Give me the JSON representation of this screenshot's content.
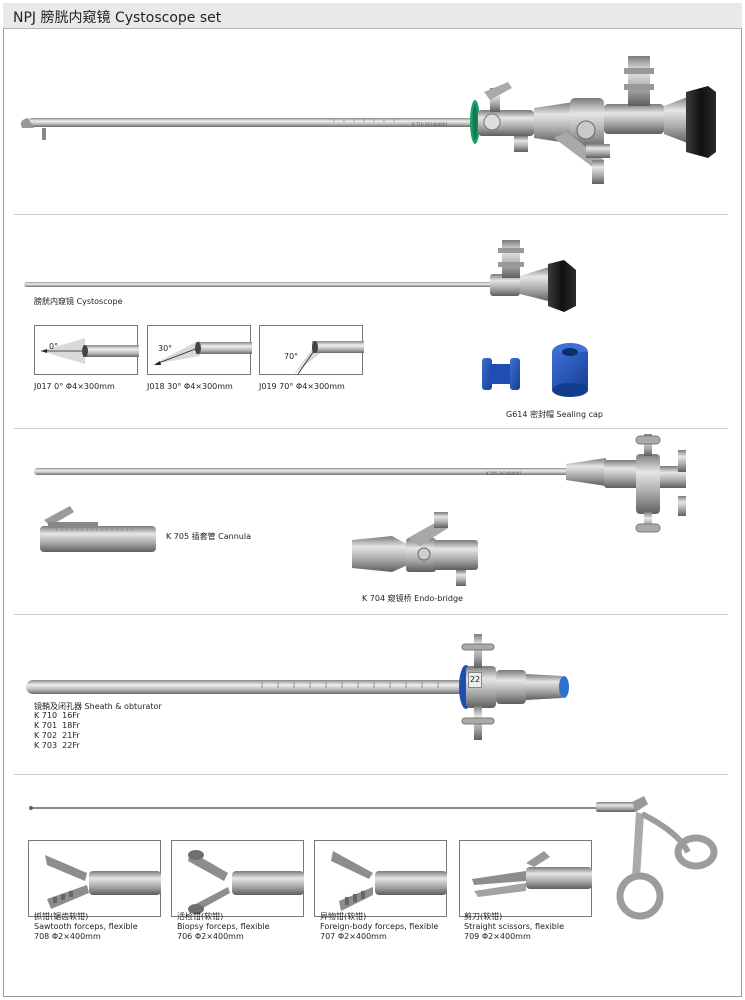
{
  "title": "NPJ 膀胱内窥镜 Cystoscope set",
  "hero": {
    "engraving": "R  T10  261404001"
  },
  "cystoscope": {
    "label": "膀胱内窥镜 Cystoscope",
    "angles": [
      {
        "angle": "0°",
        "caption": "J017 0° Φ4×300mm"
      },
      {
        "angle": "30°",
        "caption": "J018 30° Φ4×300mm"
      },
      {
        "angle": "70°",
        "caption": "J019 70° Φ4×300mm"
      }
    ]
  },
  "sealing_cap": {
    "label": "G614 密封帽 Sealing cap"
  },
  "cannula": {
    "label": "K 705 插套管 Cannula",
    "engraving": "K 705  261404001"
  },
  "endo_bridge": {
    "label": "K 704 窥镜桥 Endo-bridge"
  },
  "sheath": {
    "label": "镜鞘及闭孔器 Sheath & obturator",
    "fr_marker": "22",
    "sizes": [
      {
        "code": "K 710",
        "size": "16Fr"
      },
      {
        "code": "K 701",
        "size": "18Fr"
      },
      {
        "code": "K 702",
        "size": "21Fr"
      },
      {
        "code": "K 703",
        "size": "22Fr"
      }
    ]
  },
  "forceps": [
    {
      "cn": "抓钳(锯齿软钳)",
      "en": "Sawtooth forceps, flexible",
      "spec": "708  Φ2×400mm"
    },
    {
      "cn": "活检钳(软钳)",
      "en": "Biopsy forceps, flexible",
      "spec": "706  Φ2×400mm"
    },
    {
      "cn": "异物钳(软钳)",
      "en": "Foreign-body forceps, flexible",
      "spec": "707  Φ2×400mm"
    },
    {
      "cn": "剪刀(软钳)",
      "en": "Straight scissors, flexible",
      "spec": "709  Φ2×400mm"
    }
  ],
  "colors": {
    "steel": "#b8b8b8",
    "steel_dark": "#6e6e6e",
    "blue": "#1e4fb0",
    "green": "#1f9e6a",
    "black": "#1b1b1b"
  }
}
